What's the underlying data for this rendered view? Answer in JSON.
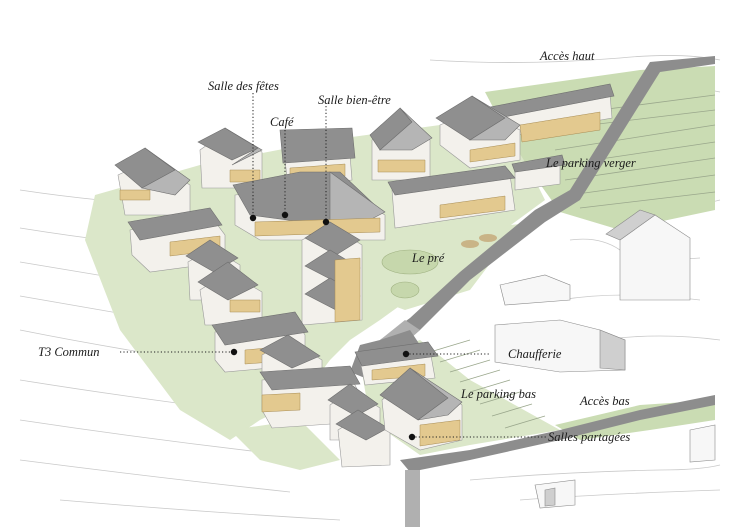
{
  "labels": {
    "acces_haut": "Accès haut",
    "salle_fetes": "Salle des fêtes",
    "salle_bien_etre": "Salle bien-être",
    "cafe": "Café",
    "parking_verger": "Le parking verger",
    "le_pre": "Le pré",
    "t3_commun": "T3 Commun",
    "chaufferie": "Chaufferie",
    "parking_bas": "Le parking bas",
    "acces_bas": "Accès bas",
    "salles_partagees": "Salles partagées"
  }
}
